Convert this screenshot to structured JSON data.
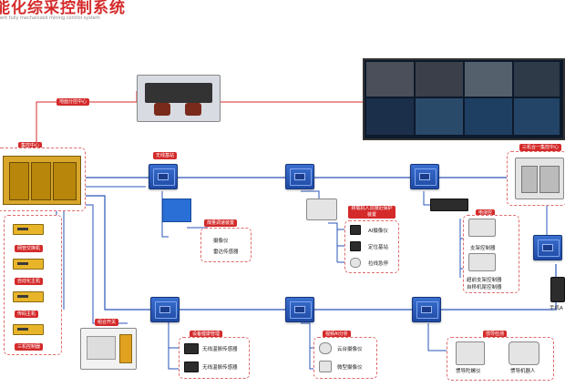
{
  "header": {
    "title": "能化综采控制系统",
    "subtitle": "ent fully mechanized mining control system"
  },
  "nodes": {
    "surface_center": "地面分控中心",
    "control_center": "集控中心",
    "wireless_base": "无线基站",
    "three_in_one": "三机合一集控中心",
    "combo_switch": "组合开关",
    "equipment_health": "设备健康管理",
    "video_ai": "视频AI分析",
    "inertial_nav": "惯导检测",
    "coal_flow": "煤量调速装置",
    "personnel": "转载机人员接近保护装置",
    "hydraulic_ctrl": "电液控"
  },
  "left_devices": [
    "网管交换机",
    "自动化主机",
    "传码主机",
    "三机控制器"
  ],
  "coal_flow_items": [
    "摄像仪",
    "雷达传感器"
  ],
  "personnel_items": [
    "AI摄像仪",
    "定位基站",
    "拉线急停"
  ],
  "hydraulic_items": [
    "支架控制器",
    "超前支架控制器",
    "自移机尾控制器"
  ],
  "health_items": [
    "无线温振传感器",
    "无线温振传感器"
  ],
  "video_items": [
    "云台摄像仪",
    "微型摄像仪"
  ],
  "inertial_items": [
    "惯导陀螺仪",
    "惯导机器人"
  ],
  "phone_label": "手机A",
  "colors": {
    "accent": "#d42a2a",
    "node_blue": "#1f4aa3",
    "wire_blue": "#2a55b8"
  }
}
